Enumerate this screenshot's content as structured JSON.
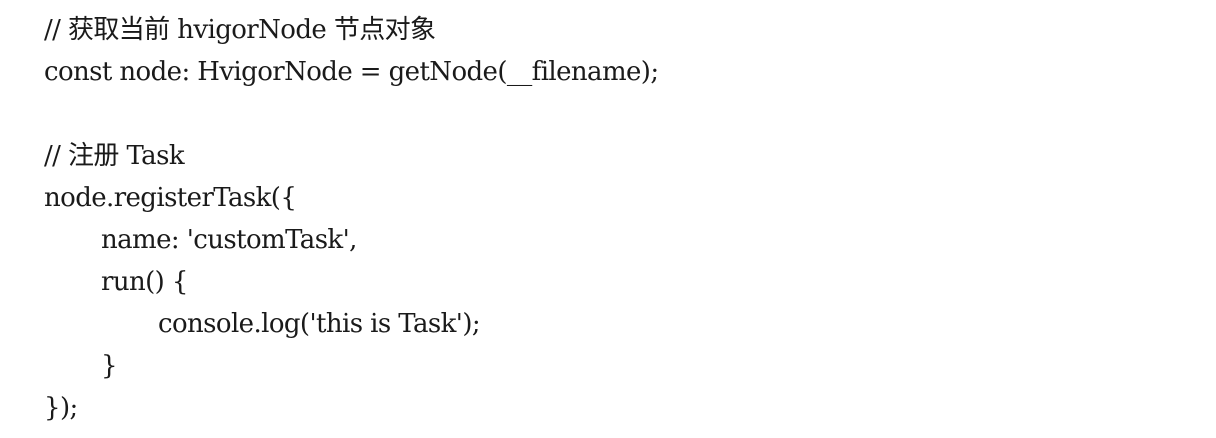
{
  "code": {
    "lines": [
      "// 获取当前 hvigorNode 节点对象",
      "const node: HvigorNode = getNode(__filename);",
      "",
      "// 注册 Task",
      "node.registerTask({",
      "name: 'customTask',",
      "run() {",
      "console.log('this is Task');",
      "}",
      "});"
    ]
  }
}
